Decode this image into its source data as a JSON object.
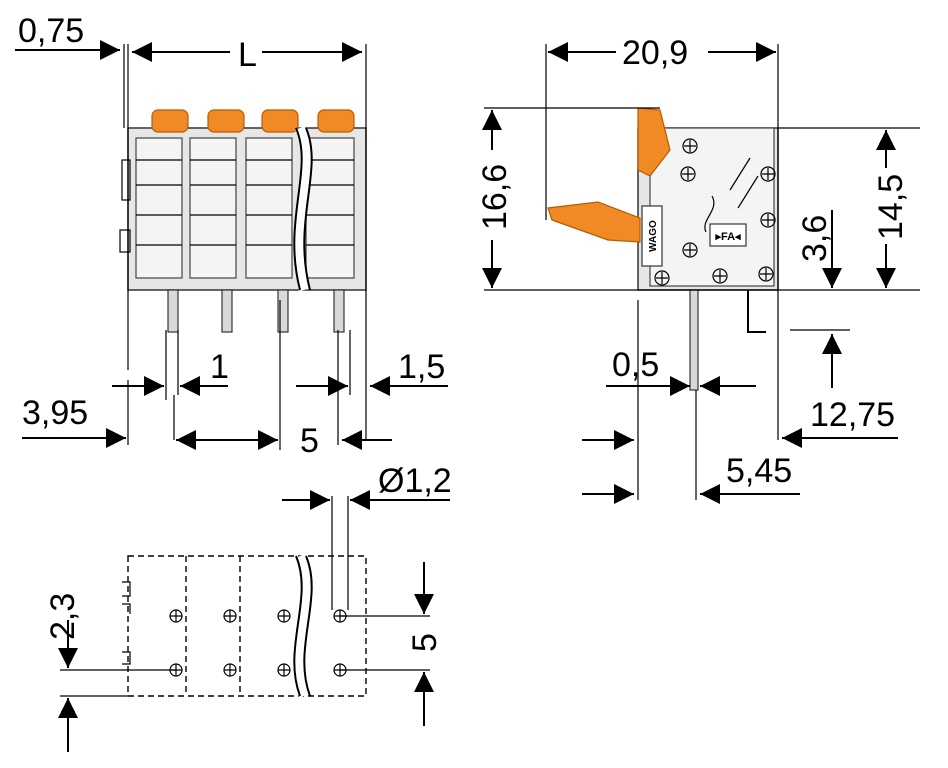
{
  "dimensions": {
    "d_075": "0,75",
    "d_L": "L",
    "d_209": "20,9",
    "d_166": "16,6",
    "d_145": "14,5",
    "d_36": "3,6",
    "d_1": "1",
    "d_15": "1,5",
    "d_395": "3,95",
    "d_5_front": "5",
    "d_05": "0,5",
    "d_1275": "12,75",
    "d_545": "5,45",
    "d_dia12": "Ø1,2",
    "d_23": "2,3",
    "d_5_side": "5"
  },
  "part_labels": {
    "fa_mark": "▸FA◂",
    "brand": "WAGO"
  },
  "colors": {
    "lever": "#f08a24",
    "housing": "#e6e6e6",
    "line": "#000000"
  }
}
